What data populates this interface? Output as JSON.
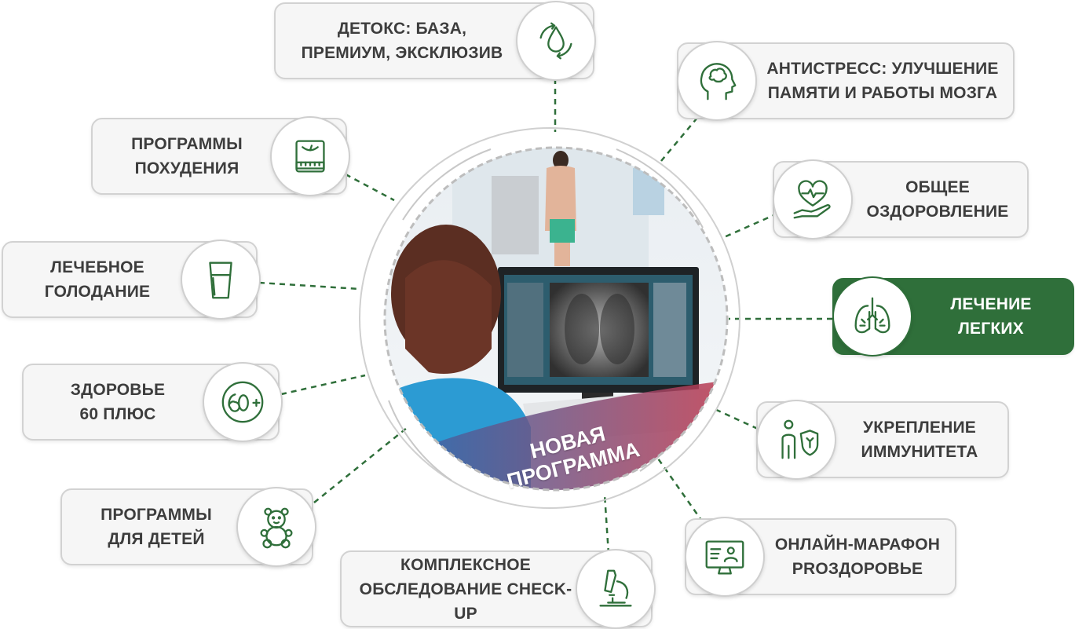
{
  "center": {
    "badge_label": "НОВАЯ\nПРОГРАММА"
  },
  "colors": {
    "accent": "#2f6f3a",
    "pill_bg": "#f6f6f6",
    "pill_border": "#d2d2d2",
    "text": "#3d3d3d"
  },
  "programs": [
    {
      "id": "detox",
      "label": "ДЕТОКС: БАЗА,\nПРЕМИУМ, ЭКСКЛЮЗИВ",
      "icon": "water-drop-cycle-icon",
      "active": false
    },
    {
      "id": "antistress",
      "label": "АНТИСТРЕСС: УЛУЧШЕНИЕ\nПАМЯТИ И РАБОТЫ МОЗГА",
      "icon": "head-brain-icon",
      "active": false
    },
    {
      "id": "weightloss",
      "label": "ПРОГРАММЫ\nПОХУДЕНИЯ",
      "icon": "scale-tape-icon",
      "active": false
    },
    {
      "id": "wellness",
      "label": "ОБЩЕЕ\nОЗДОРОВЛЕНИЕ",
      "icon": "heart-hand-icon",
      "active": false
    },
    {
      "id": "fasting",
      "label": "ЛЕЧЕБНОЕ\nГОЛОДАНИЕ",
      "icon": "glass-water-icon",
      "active": false
    },
    {
      "id": "lungs",
      "label": "ЛЕЧЕНИЕ\nЛЕГКИХ",
      "icon": "lungs-icon",
      "active": true
    },
    {
      "id": "sixty",
      "label": "ЗДОРОВЬЕ\n60 ПЛЮС",
      "icon": "sixty-plus-icon",
      "active": false
    },
    {
      "id": "immunity",
      "label": "УКРЕПЛЕНИЕ\nИММУНИТЕТА",
      "icon": "person-shield-icon",
      "active": false
    },
    {
      "id": "kids",
      "label": "ПРОГРАММЫ\nДЛЯ ДЕТЕЙ",
      "icon": "teddy-bear-icon",
      "active": false
    },
    {
      "id": "marathon",
      "label": "ОНЛАЙН-МАРАФОН\nPROЗДОРОВЬЕ",
      "icon": "monitor-doctor-icon",
      "active": false
    },
    {
      "id": "checkup",
      "label": "КОМПЛЕКСНОЕ\nОБСЛЕДОВАНИЕ CHECK-UP",
      "icon": "microscope-icon",
      "active": false
    }
  ]
}
